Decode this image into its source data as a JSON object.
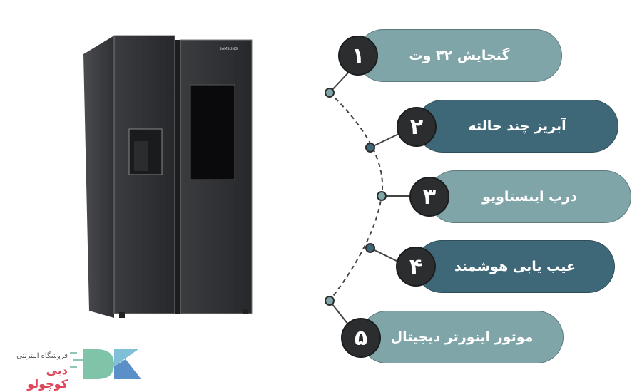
{
  "features": [
    {
      "number": "۱",
      "label": "گنجایش ۳۲ وت",
      "color": "#7fa5a8"
    },
    {
      "number": "۲",
      "label": "آبریز چند حالته",
      "color": "#3e6878"
    },
    {
      "number": "۳",
      "label": "درب اینستاویو",
      "color": "#7fa5a8"
    },
    {
      "number": "۴",
      "label": "عیب یابی هوشمند",
      "color": "#3e6878"
    },
    {
      "number": "۵",
      "label": "موتور اینورتر دیجیتال",
      "color": "#7fa5a8"
    }
  ],
  "product": {
    "brand": "SAMSUNG"
  },
  "logo": {
    "tagline": "فروشگاه اینترنتی",
    "name": "دبی کوچولو"
  },
  "colors": {
    "light_pill": "#7fa5a8",
    "dark_pill": "#3e6878",
    "badge": "#2b2d2e",
    "logo_red": "#e0455a"
  }
}
